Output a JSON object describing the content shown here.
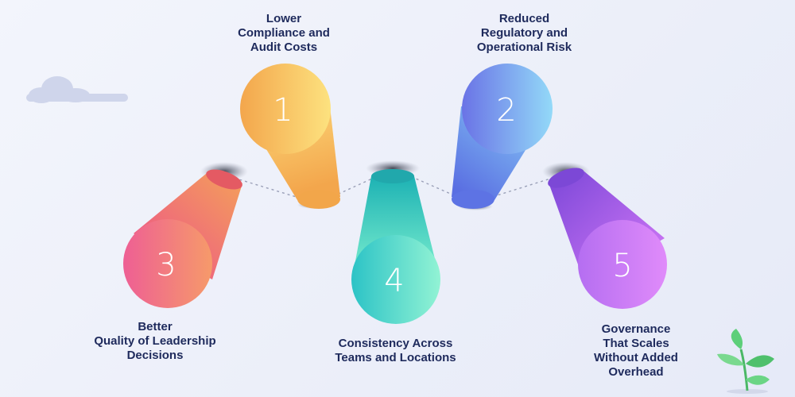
{
  "steps": [
    {
      "number": "1",
      "label": "Lower\nCompliance and\nAudit Costs",
      "color_top": "#fcd97a",
      "color_bottom": "#f3a64c"
    },
    {
      "number": "2",
      "label": "Reduced\nRegulatory and\nOperational Risk",
      "color_top": "#8ad0f7",
      "color_bottom": "#5a6fe2"
    },
    {
      "number": "3",
      "label": "Better\nQuality of Leadership\nDecisions",
      "color_top": "#f4a05a",
      "color_bottom": "#ec4d8c"
    },
    {
      "number": "4",
      "label": "Consistency Across\nTeams and Locations",
      "color_top": "#1db2b4",
      "color_bottom": "#7ef0cf"
    },
    {
      "number": "5",
      "label": "Governance\nThat Scales\nWithout Added\nOverhead",
      "color_top": "#7b47d8",
      "color_bottom": "#d77bf8"
    }
  ],
  "colors": {
    "text": "#1e2a5c",
    "connector": "#9aa0b8",
    "cloud": "#cfd5eb",
    "plant": "#5dcf7a"
  },
  "icons": [
    "cloud-icon",
    "plant-icon"
  ]
}
